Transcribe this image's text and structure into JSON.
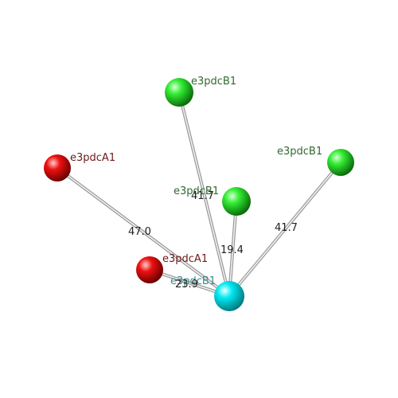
{
  "nodes": [
    {
      "id": "n1",
      "label": "e3pdcB1",
      "kind": "green-sphere",
      "color": "#22cc22",
      "label_color": "#2f6a2f"
    },
    {
      "id": "n2",
      "label": "e3pdcA1",
      "kind": "red-sphere",
      "color": "#dd0000",
      "label_color": "#6b1a1a"
    },
    {
      "id": "n3",
      "label": "e3pdcB1",
      "kind": "green-sphere",
      "color": "#22cc22",
      "label_color": "#2f6a2f"
    },
    {
      "id": "n4",
      "label": "e3pdcB1",
      "kind": "green-sphere",
      "color": "#22cc22",
      "label_color": "#2f6a2f"
    },
    {
      "id": "n5",
      "label": "e3pdcA1",
      "kind": "red-sphere",
      "color": "#dd0000",
      "label_color": "#6b1a1a"
    },
    {
      "id": "center",
      "label": "e3pdcB1",
      "kind": "cyan-sphere",
      "color": "#00e5ee",
      "label_color": "#3a8a8a"
    }
  ],
  "edges": [
    {
      "from": "n1",
      "to": "center",
      "distance": "41.7"
    },
    {
      "from": "n2",
      "to": "center",
      "distance": "47.0"
    },
    {
      "from": "n3",
      "to": "center",
      "distance": "19.4"
    },
    {
      "from": "n4",
      "to": "center",
      "distance": "41.7"
    },
    {
      "from": "n5",
      "to": "center",
      "distance": "23.9"
    }
  ]
}
